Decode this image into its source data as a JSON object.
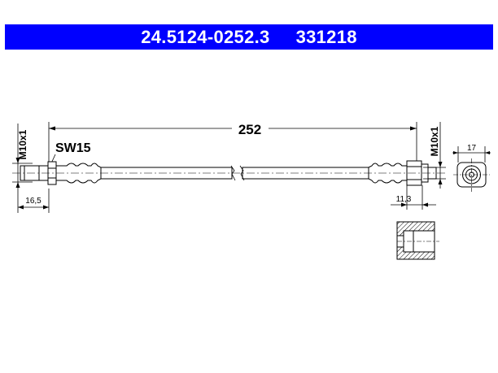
{
  "header": {
    "part_number": "24.5124-0252.3",
    "ref_number": "331218",
    "background": "#0000ff",
    "text_color": "#ffffff"
  },
  "dimensions": {
    "length": "252",
    "left_thread": "M10x1",
    "right_thread": "M10x1",
    "wrench_size": "SW15",
    "left_fitting_length": "16,5",
    "right_fitting_length": "11,3",
    "end_diameter": "17"
  }
}
